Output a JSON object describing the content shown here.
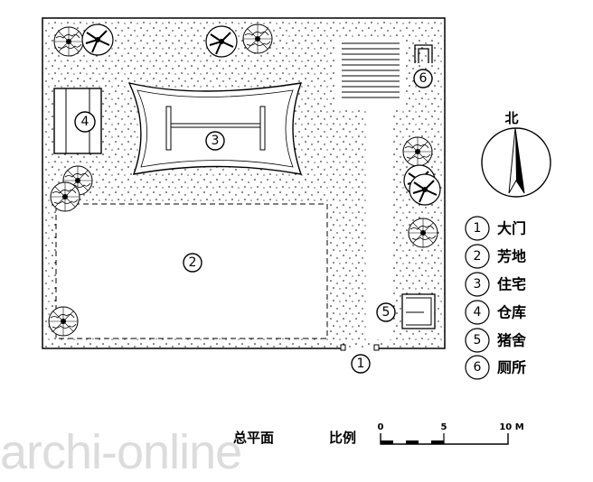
{
  "north_label": "北",
  "plan_title": "总平面",
  "scale_label": "比例",
  "scale_ticks": [
    "0",
    "5",
    "10 M"
  ],
  "watermark": "archi-online",
  "callouts": {
    "gate": "1",
    "yard": "2",
    "house": "3",
    "granary": "4",
    "pigsty": "5",
    "toilet": "6"
  },
  "legend": [
    {
      "num": "1",
      "label": "大门"
    },
    {
      "num": "2",
      "label": "芳地"
    },
    {
      "num": "3",
      "label": "住宅"
    },
    {
      "num": "4",
      "label": "仓库"
    },
    {
      "num": "5",
      "label": "猪舍"
    },
    {
      "num": "6",
      "label": "厕所"
    }
  ]
}
